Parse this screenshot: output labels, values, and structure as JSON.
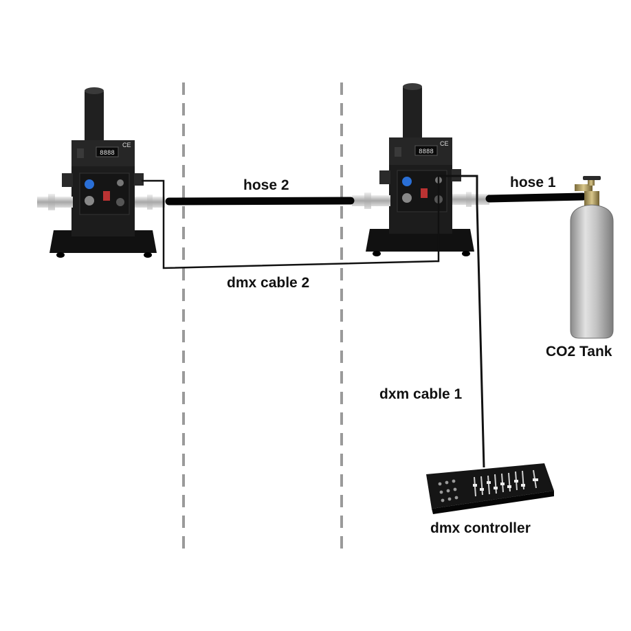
{
  "labels": {
    "hose_2": "hose 2",
    "hose_1": "hose 1",
    "dmx_cable_2": "dmx cable 2",
    "dxm_cable_1": "dxm cable 1",
    "co2_tank": "CO2 Tank",
    "dmx_controller": "dmx controller"
  },
  "machine": {
    "display": "8888",
    "ce_mark": "CE"
  },
  "colors": {
    "machine_body": "#1c1c1c",
    "hose": "#050505",
    "cable": "#111111",
    "divider": "#9a9a9a",
    "tank_body": "#b8b8b8",
    "controller": "#151515"
  }
}
